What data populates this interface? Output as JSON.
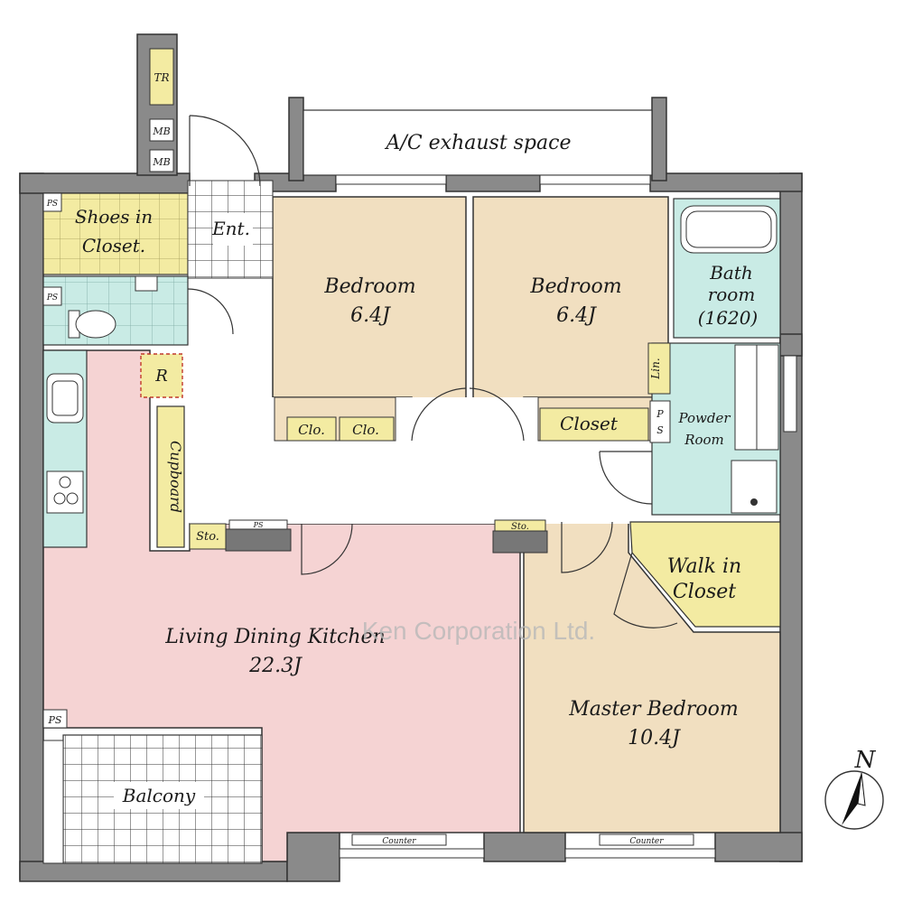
{
  "labels": {
    "tr": "TR",
    "mb1": "MB",
    "mb2": "MB",
    "ac_exhaust": "A/C exhaust space",
    "ps_shoes": "PS",
    "shoes_line1": "Shoes in",
    "shoes_line2": "Closet.",
    "ent": "Ent.",
    "ps_toilet": "PS",
    "bedroom1_name": "Bedroom",
    "bedroom1_size": "6.4J",
    "bedroom2_name": "Bedroom",
    "bedroom2_size": "6.4J",
    "bath_line1": "Bath",
    "bath_line2": "room",
    "bath_line3": "(1620)",
    "refrigerator": "R",
    "lin": "Lin.",
    "clo1": "Clo.",
    "clo2": "Clo.",
    "closet": "Closet",
    "ps_powder_p": "P",
    "ps_powder_s": "S",
    "powder_line1": "Powder",
    "powder_line2": "Room",
    "cupboard": "Cupboard",
    "sto1": "Sto.",
    "ps_mid": "PS",
    "sto2": "Sto.",
    "walkin_line1": "Walk in",
    "walkin_line2": "Closet",
    "ldk_name": "Living Dining Kitchen",
    "ldk_size": "22.3J",
    "watermark": "Ken Corporation Ltd.",
    "master_name": "Master Bedroom",
    "master_size": "10.4J",
    "ps_ldk": "PS",
    "balcony": "Balcony",
    "north": "N",
    "counter1": "Counter",
    "counter2": "Counter"
  },
  "colors": {
    "wall": "#8a8a8a",
    "bedroom": "#f1dfc0",
    "ldk": "#f5d3d3",
    "wet": "#c9ebe5",
    "storage": "#f3eba2",
    "shoes": "#f3eba2",
    "balcony_grid": "#444444"
  }
}
